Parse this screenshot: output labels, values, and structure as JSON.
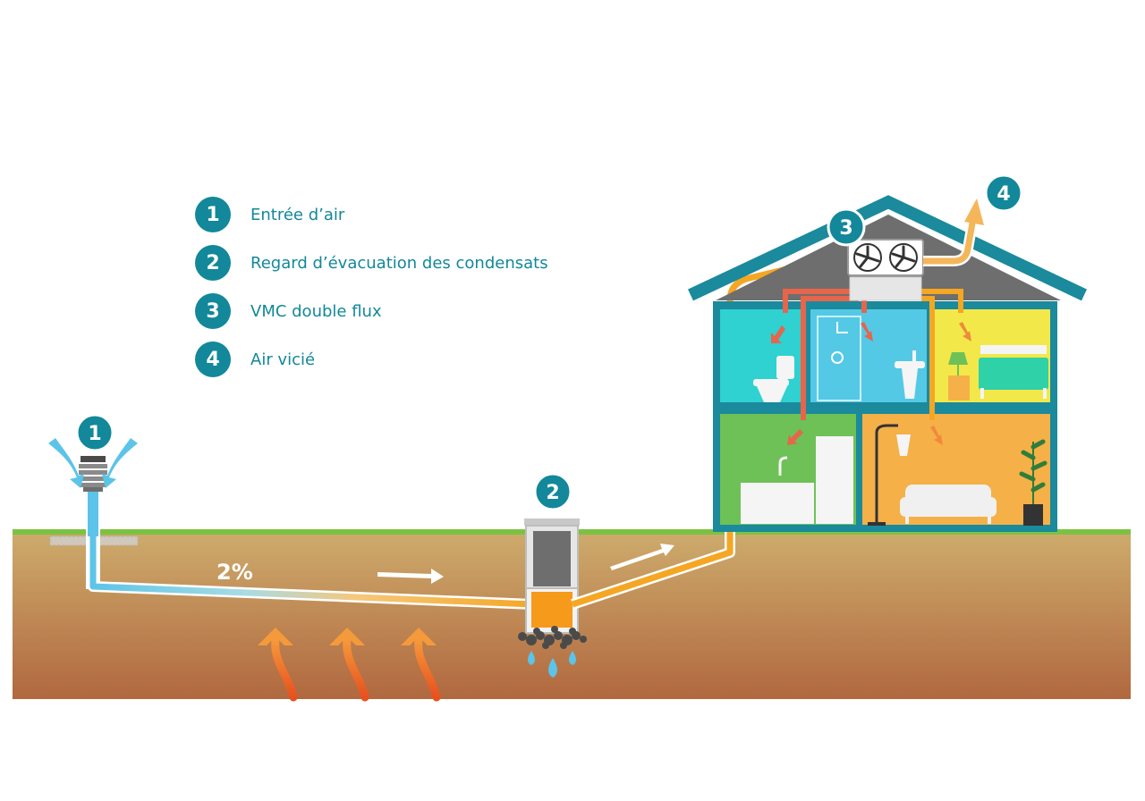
{
  "legend": [
    {
      "number": "1",
      "label": "Entrée d’air"
    },
    {
      "number": "2",
      "label": "Regard d’évacuation des condensats"
    },
    {
      "number": "3",
      "label": "VMC double flux"
    },
    {
      "number": "4",
      "label": "Air vicié"
    }
  ],
  "markers": {
    "air_inlet": "1",
    "condensate_pit": "2",
    "vmc_unit": "3",
    "exhaust": "4"
  },
  "slope_label": "2%",
  "colors": {
    "teal": "#12889a",
    "cold_air": "#5bc4e8",
    "warm_air": "#f5a623",
    "heat": "#e8501e",
    "grass": "#7cc242",
    "soil_top": "#c9a86a",
    "soil_bottom": "#b0683f",
    "roof": "#1a8a9c",
    "attic": "#6e6e6e"
  }
}
